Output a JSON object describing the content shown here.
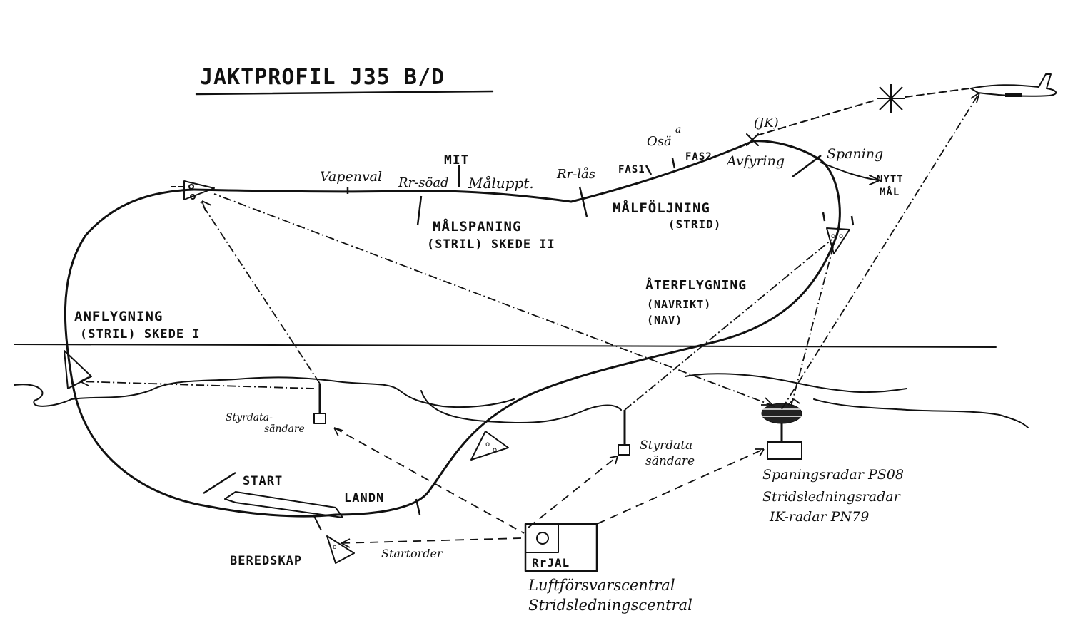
{
  "title": "JAKTPROFIL J35 B/D",
  "phases": {
    "approach": [
      "ANFLYGNING",
      "(STRIL) SKEDE I"
    ],
    "target_search": [
      "MÅLSPANING",
      "(STRIL) SKEDE II"
    ],
    "target_tracking": [
      "MÅLFÖLJNING",
      "(STRID)"
    ],
    "return_flight": [
      "ÅTERFLYGNING",
      "(NAVRIKT)",
      "(NAV)"
    ]
  },
  "path_labels": {
    "weapon_select": "Vapenval",
    "radar_search": "Rr-söad",
    "mit": "MIT",
    "target_acquired": "Måluppt.",
    "radar_lock": "Rr-lås",
    "phase1": "FAS1",
    "osa": "Osä",
    "a": "a",
    "phase2": "FAS2",
    "jk": "(JK)",
    "firing": "Avfyring",
    "search": "Spaning",
    "new_target": [
      "NYTT",
      "MÅL"
    ]
  },
  "ground_labels": {
    "start": "START",
    "landing": "LANDN",
    "readiness": "BEREDSKAP",
    "start_order": "Startorder",
    "datalink_left": [
      "Styrdata-",
      "sändare"
    ],
    "datalink_right": [
      "Styrdata",
      "sändare"
    ],
    "radar_station": [
      "Spaningsradar PS08",
      "Stridsledningsradar",
      "IK-radar PN79"
    ],
    "rrjal": "RrJAL",
    "control_center": [
      "Luftförsvarscentral",
      "Stridsledningscentral"
    ]
  },
  "colors": {
    "ink": "#111111",
    "paper": "#ffffff"
  }
}
